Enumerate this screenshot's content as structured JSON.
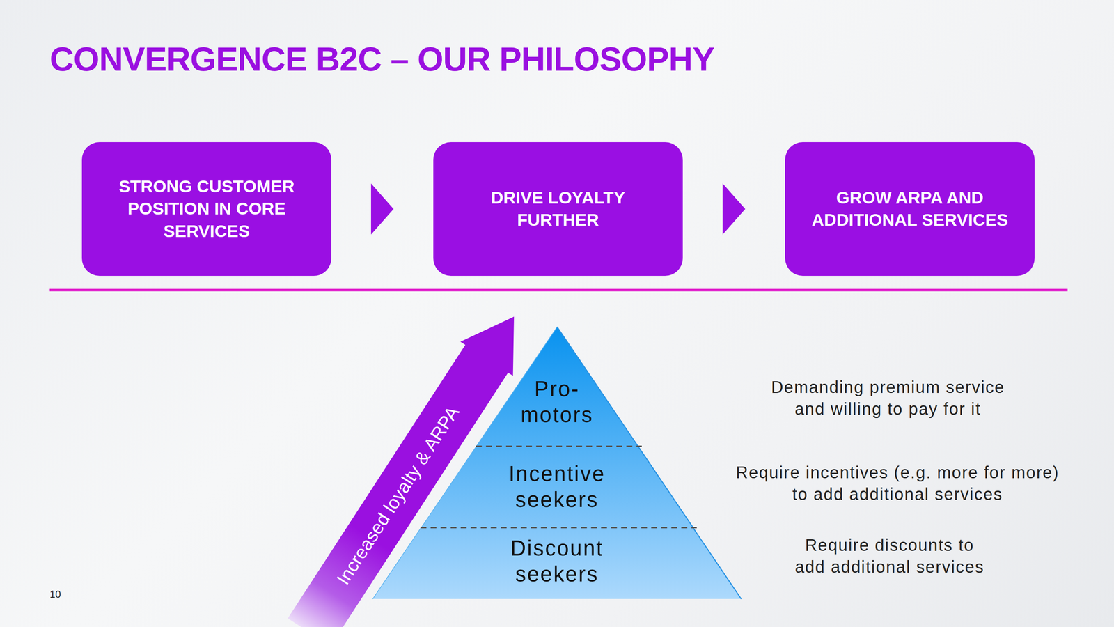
{
  "diagram": {
    "title": "CONVERGENCE B2C – OUR PHILOSOPHY",
    "nodes": [
      {
        "text": [
          "STRONG CUSTOMER POSITION IN CORE SERVICES"
        ]
      },
      {
        "text": [
          "DRIVE LOYALTY FURTHER"
        ]
      },
      {
        "text": [
          "GROW ARPA AND ADDITIONAL SERVICES"
        ]
      },
      {
        "text": [
          "Increased loyalty & ARPA"
        ]
      },
      {
        "text": [
          "Pro- motors"
        ]
      },
      {
        "text": [
          "Incentive seekers"
        ]
      },
      {
        "text": [
          "Discount seekers"
        ]
      }
    ],
    "edges": [
      {
        "from": 0,
        "to": 1,
        "arrow": "to"
      },
      {
        "from": 1,
        "to": 2,
        "arrow": "to"
      }
    ],
    "labels": [
      "Demanding premium service and willing to pay for it",
      "Require incentives (e.g. more for more) to add additional services",
      "Require discounts to add additional services",
      "10"
    ]
  }
}
